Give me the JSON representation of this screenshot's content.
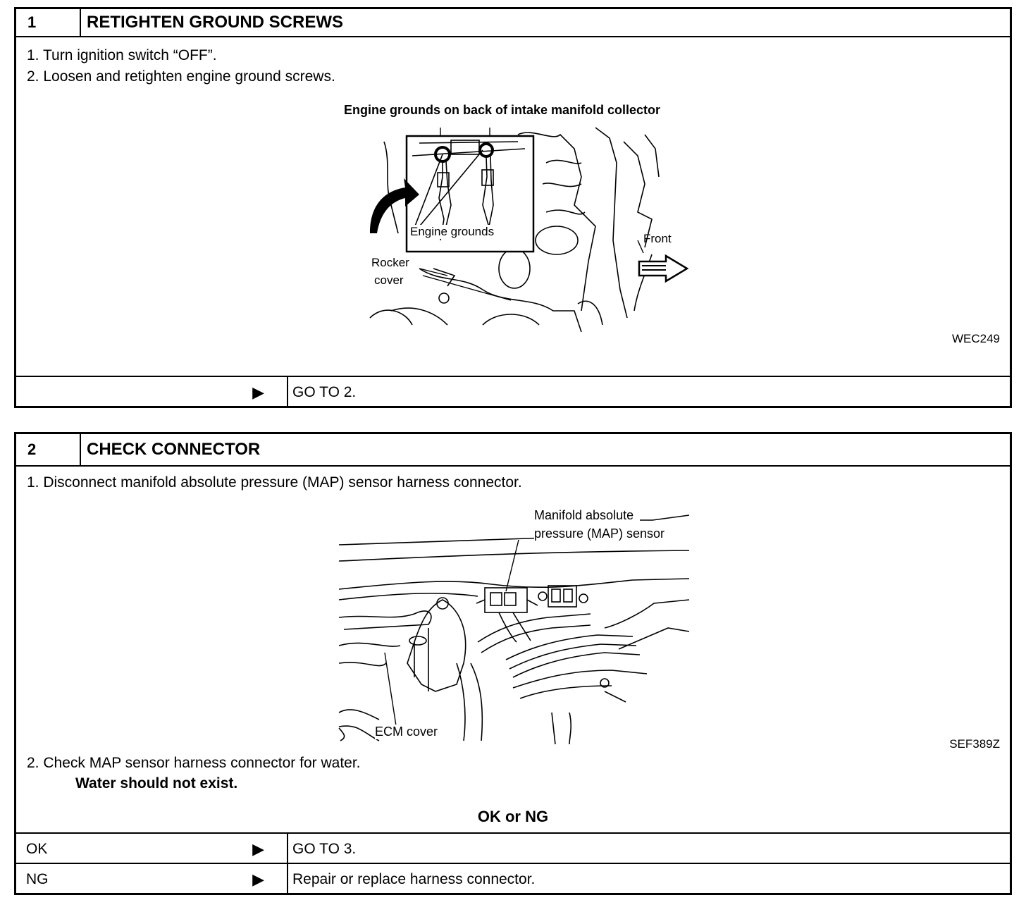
{
  "step1": {
    "number": "1",
    "title": "RETIGHTEN GROUND SCREWS",
    "instructions": [
      "1.  Turn ignition switch “OFF”.",
      "2.  Loosen and retighten engine ground screws."
    ],
    "figure": {
      "caption": "Engine grounds on back of intake manifold collector",
      "label_grounds": "Engine grounds",
      "label_rocker_1": "Rocker",
      "label_rocker_2": "cover",
      "label_front": "Front",
      "code": "WEC249"
    },
    "result": {
      "arrow": "▶",
      "action": "GO TO 2."
    }
  },
  "step2": {
    "number": "2",
    "title": "CHECK CONNECTOR",
    "instruction1": "1.  Disconnect manifold absolute pressure (MAP) sensor harness connector.",
    "figure": {
      "label_map_1": "Manifold absolute",
      "label_map_2": "pressure (MAP) sensor",
      "label_ecm": "ECM cover",
      "code": "SEF389Z"
    },
    "instruction2": "2.  Check MAP sensor harness connector for water.",
    "spec": "Water should not exist.",
    "decision": "OK or NG",
    "results": [
      {
        "label": "OK",
        "arrow": "▶",
        "action": "GO TO 3."
      },
      {
        "label": "NG",
        "arrow": "▶",
        "action": "Repair or replace harness connector."
      }
    ]
  }
}
